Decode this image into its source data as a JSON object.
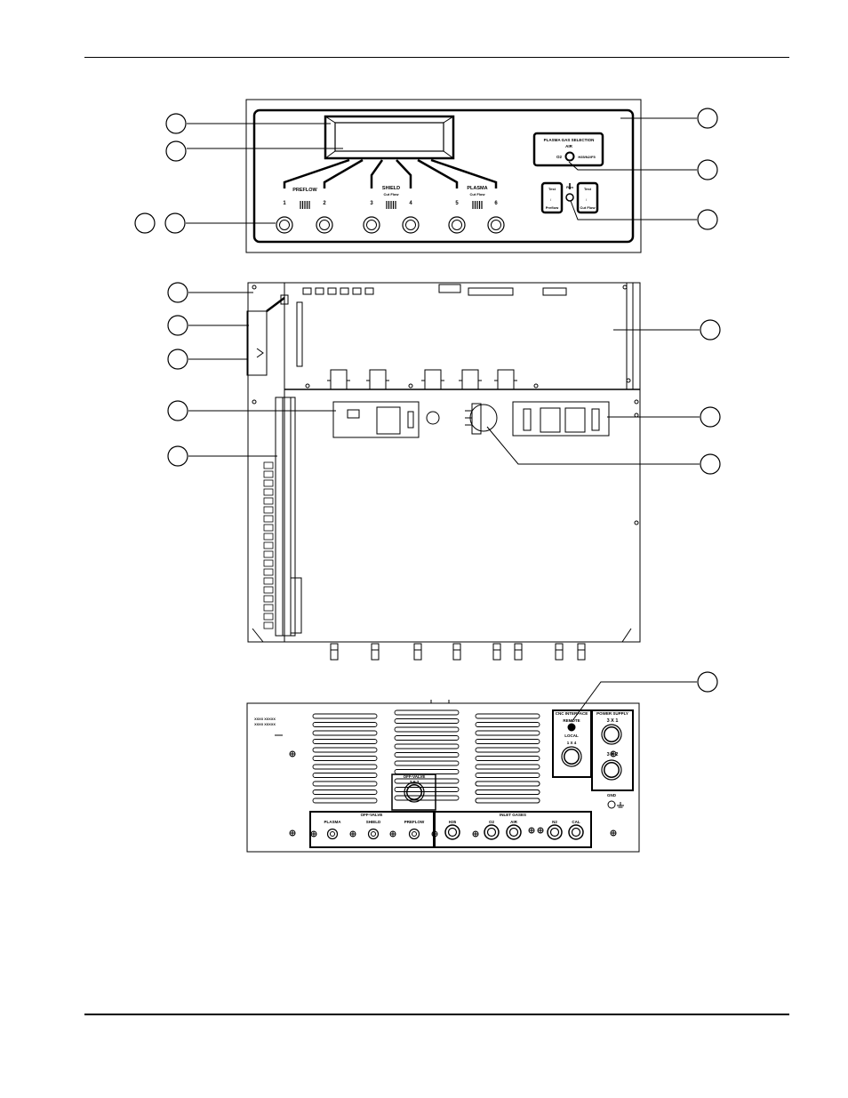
{
  "front_panel": {
    "gas_selection_title": "PLASMA GAS SELECTION",
    "gas_selection_sub": "AIR",
    "gas_left": "O2",
    "gas_right": "H35/N2/F5",
    "preflow_label": "PREFLOW",
    "shield_label": "SHIELD",
    "shield_sub": "Cut Flow",
    "plasma_label": "PLASMA",
    "plasma_sub": "Cut Flow",
    "gauge_numbers": [
      "1",
      "2",
      "3",
      "4",
      "5",
      "6"
    ],
    "test_preflow_top": "Test",
    "test_preflow_bottom": "Preflow",
    "test_cutflow_top": "Test",
    "test_cutflow_bottom": "Cut Flow",
    "run_label": "Run"
  },
  "rear_panel": {
    "model_line1": "XXXX XXXXX",
    "model_line2": "XXXX XXXXX",
    "cnc_interface_title": "CNC INTERFACE",
    "cnc_remote": "REMOTE",
    "cnc_local": "LOCAL",
    "cnc_connector": "1 X 4",
    "power_supply_title": "POWER SUPPLY",
    "ps_conn_1": "3 X 1",
    "ps_conn_2": "3 X 2",
    "off_valve_connector_title": "OFF-VALVE",
    "off_valve_connector_id": "3 X 3",
    "off_valve_title": "OFF-VALVE",
    "off_valve_ports": [
      "PLASMA",
      "SHIELD",
      "PREFLOW"
    ],
    "inlet_gases_title": "INLET GASES",
    "inlet_ports": [
      "H35",
      "O2",
      "AIR",
      "N2",
      "CAL"
    ],
    "gnd_label": "GND"
  }
}
